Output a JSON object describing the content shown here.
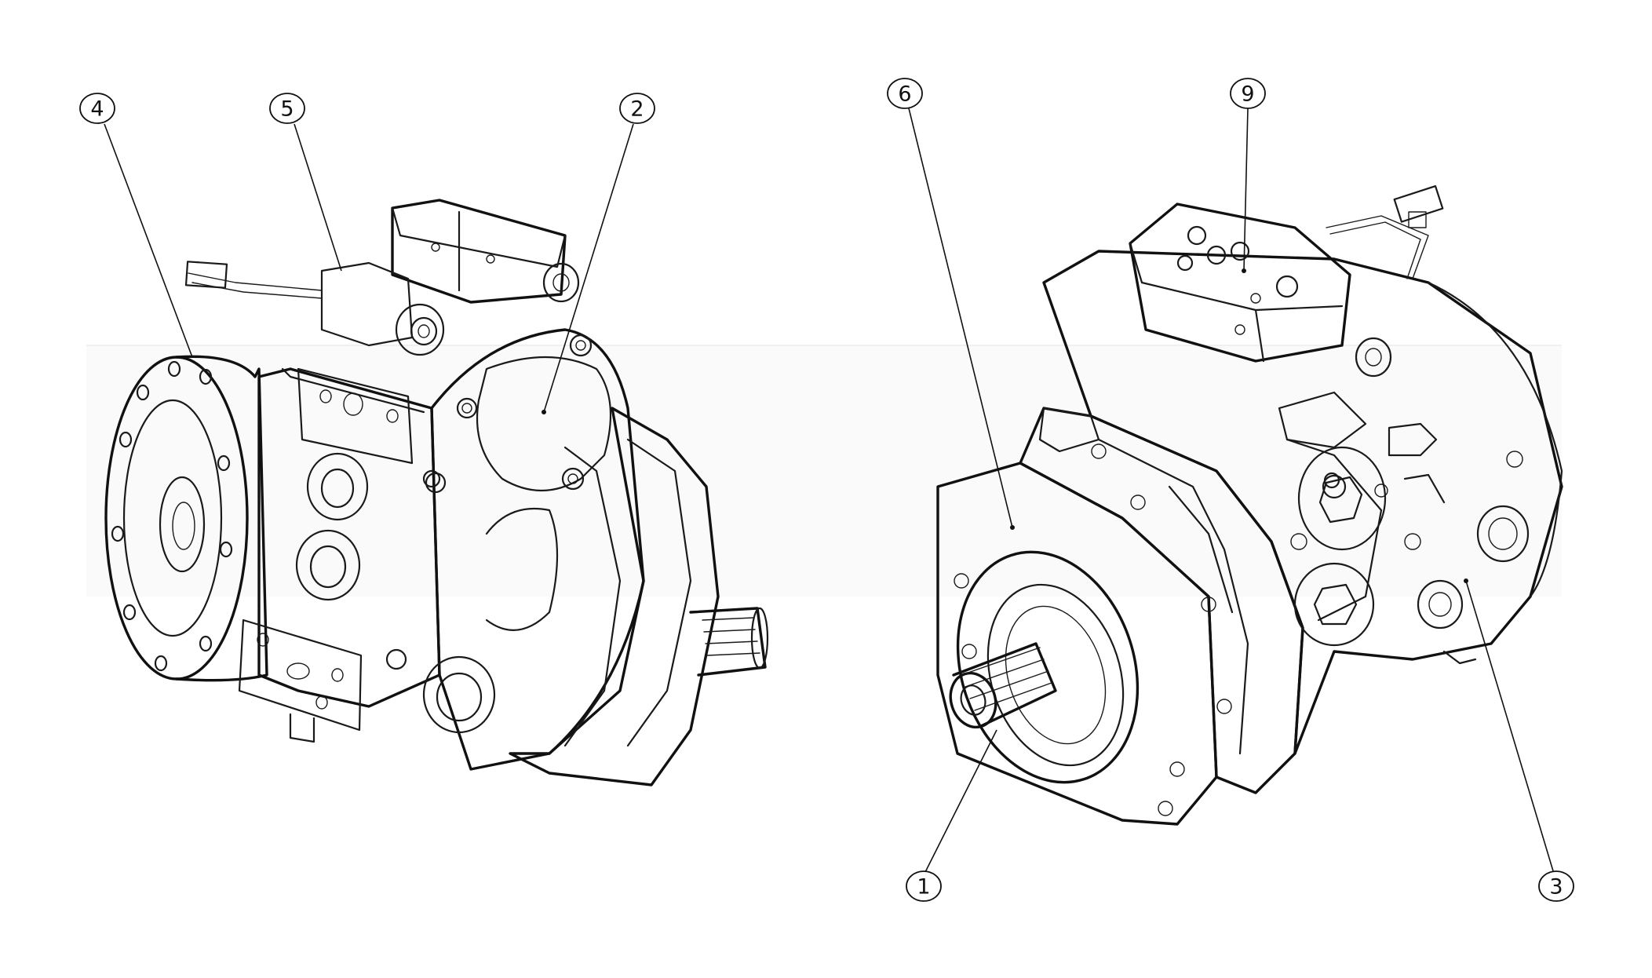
{
  "figure": {
    "watermark": "",
    "left_view": {
      "callouts": [
        {
          "id": "callout-4",
          "label": "4"
        },
        {
          "id": "callout-5",
          "label": "5"
        },
        {
          "id": "callout-2",
          "label": "2"
        }
      ]
    },
    "right_view": {
      "callouts": [
        {
          "id": "callout-6",
          "label": "6"
        },
        {
          "id": "callout-9",
          "label": "9"
        },
        {
          "id": "callout-1",
          "label": "1"
        },
        {
          "id": "callout-3",
          "label": "3"
        }
      ]
    }
  },
  "colors": {
    "ink": "#1a1a1a",
    "background": "#ffffff",
    "watermark": "#f1f1f1"
  }
}
